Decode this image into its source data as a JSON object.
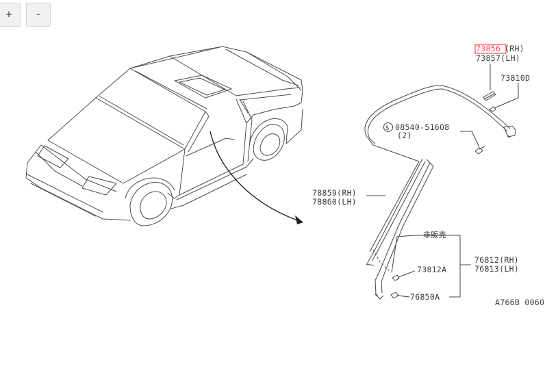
{
  "controls": {
    "zoom_in": "+",
    "zoom_out": "-"
  },
  "highlight_color": "#e05050",
  "parts": {
    "p73856_num": "73856",
    "p73856_suffix": "(RH)",
    "p73857": "73857(LH)",
    "p73810d": "73810D",
    "p08540_num": "08540-51608",
    "p08540_qty": "(2)",
    "screw_symbol": "S",
    "p78859": "78859(RH)",
    "p78860": "78860(LH)",
    "not_for_sale": "非販売",
    "p76812": "76812(RH)",
    "p76813": "76813(LH)",
    "p73812a": "73812A",
    "p76850a": "76850A",
    "diagram_code": "A766B 0060"
  }
}
